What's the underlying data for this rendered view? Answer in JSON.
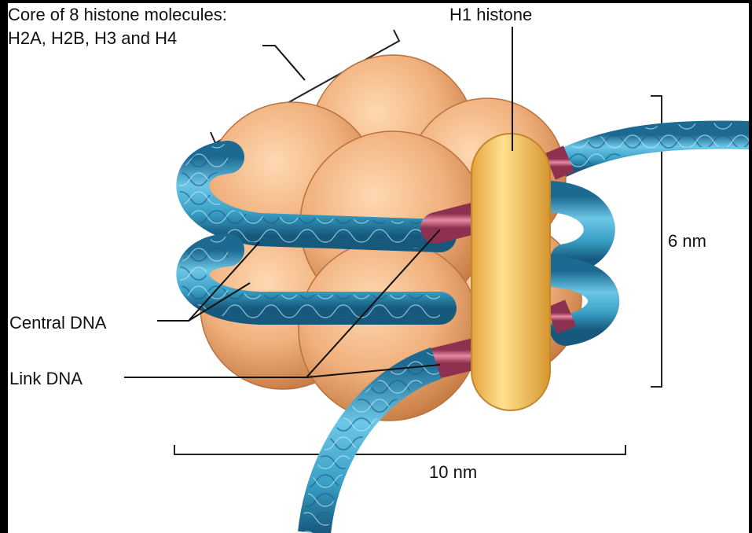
{
  "labels": {
    "core_line1": "Core of 8 histone molecules:",
    "core_line2": "H2A, H2B, H3 and H4",
    "h1": "H1 histone",
    "height": "6 nm",
    "central_dna": "Central DNA",
    "link_dna": "Link DNA",
    "width": "10 nm"
  },
  "colors": {
    "histone": "#f0b07c",
    "histone_shadow": "#c97f4a",
    "dna": "#3ba3c8",
    "dna_dark": "#1f6f94",
    "link_dna": "#c25a78",
    "h1": "#f2c05a"
  }
}
